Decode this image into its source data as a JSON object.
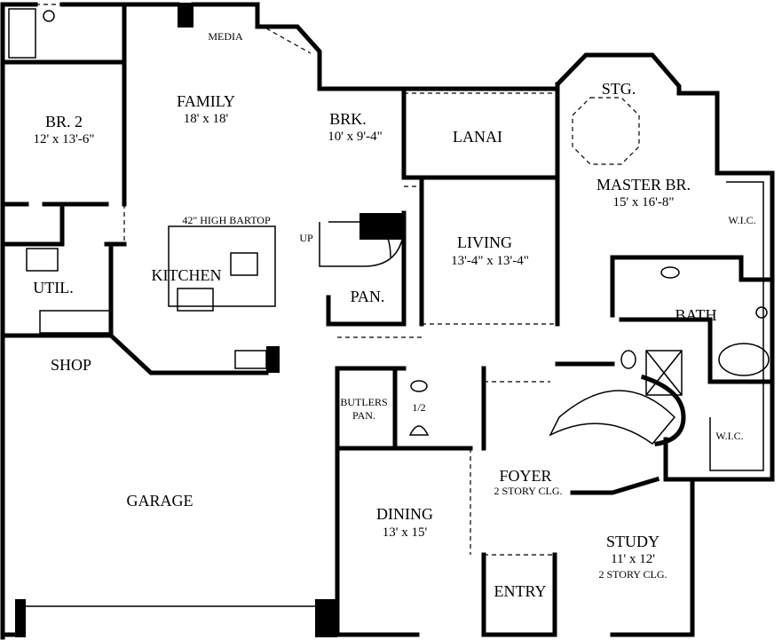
{
  "rooms": {
    "media": {
      "name": "MEDIA"
    },
    "family": {
      "name": "FAMILY",
      "size": "18' x 18'"
    },
    "breakfast": {
      "name": "BRK.",
      "size": "10' x 9'-4\""
    },
    "lanai": {
      "name": "LANAI"
    },
    "storage": {
      "name": "STG."
    },
    "master": {
      "name": "MASTER BR.",
      "size": "15' x 16'-8\""
    },
    "wic_upper": {
      "name": "W.I.C."
    },
    "br2": {
      "name": "BR. 2",
      "size": "12' x 13'-6\""
    },
    "bartop": {
      "name": "42\" HIGH BARTOP"
    },
    "stair_up": {
      "name": "UP"
    },
    "living": {
      "name": "LIVING",
      "size": "13'-4\" x 13'-4\""
    },
    "kitchen": {
      "name": "KITCHEN"
    },
    "utility": {
      "name": "UTIL."
    },
    "pantry": {
      "name": "PAN."
    },
    "bath": {
      "name": "BATH"
    },
    "shop": {
      "name": "SHOP"
    },
    "butlers": {
      "name": "BUTLERS",
      "name2": "PAN."
    },
    "half_bath": {
      "name": "1/2"
    },
    "wic_lower": {
      "name": "W.I.C."
    },
    "foyer": {
      "name": "FOYER",
      "note": "2 STORY CLG."
    },
    "garage": {
      "name": "GARAGE"
    },
    "dining": {
      "name": "DINING",
      "size": "13' x 15'"
    },
    "study": {
      "name": "STUDY",
      "size": "11' x 12'",
      "note": "2 STORY CLG."
    },
    "entry": {
      "name": "ENTRY"
    }
  }
}
